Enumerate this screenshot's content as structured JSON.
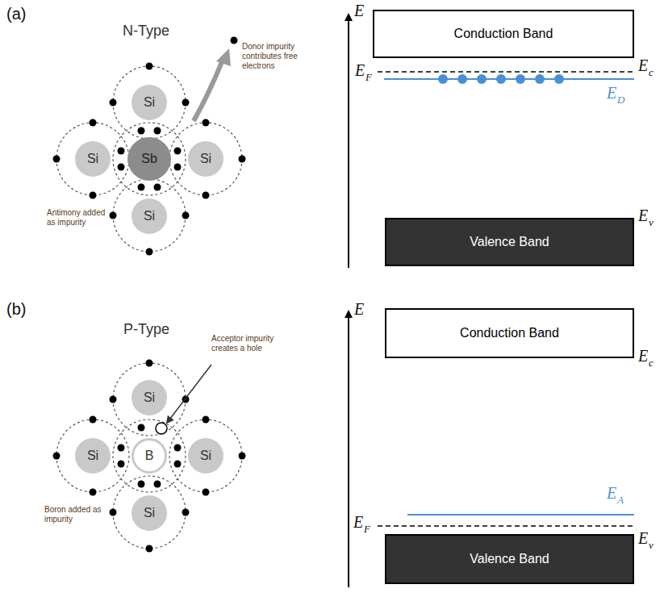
{
  "diagram": {
    "nodes": [
      {
        "text": [
          "Si"
        ]
      },
      {
        "text": [
          "Si"
        ]
      },
      {
        "text": [
          "Sb"
        ]
      },
      {
        "text": [
          "Si"
        ]
      },
      {
        "text": [
          "Si"
        ]
      },
      {
        "text": [
          "Conduction Band"
        ]
      },
      {
        "text": [
          "Valence Band"
        ]
      },
      {
        "text": [
          "Si"
        ]
      },
      {
        "text": [
          "Si"
        ]
      },
      {
        "text": [
          "B"
        ]
      },
      {
        "text": [
          "Si"
        ]
      },
      {
        "text": [
          "Si"
        ]
      },
      {
        "text": [
          "Conduction Band"
        ]
      },
      {
        "text": [
          "Valence Band"
        ]
      }
    ],
    "labels": [
      "(a)",
      "N-Type",
      "Donor impurity contributes free electrons",
      "Antimony added as impurity",
      "E",
      "E",
      "F",
      "E",
      "c",
      "E",
      "D",
      "E",
      "v",
      "(b)",
      "P-Type",
      "Acceptor impurity creates a hole",
      "Boron added as impurity",
      "E",
      "E",
      "c",
      "E",
      "A",
      "E",
      "F",
      "E",
      "v"
    ]
  }
}
